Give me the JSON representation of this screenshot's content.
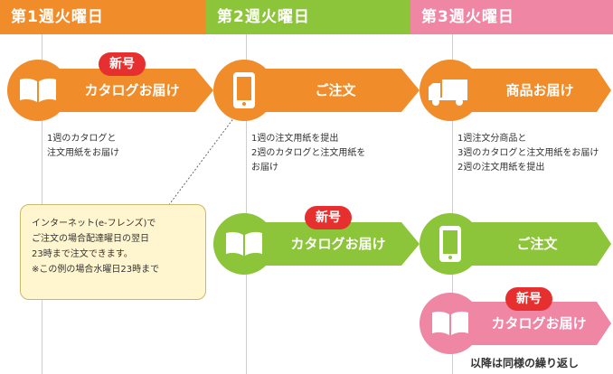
{
  "headers": {
    "week1": "第1週火曜日",
    "week2": "第2週火曜日",
    "week3": "第3週火曜日"
  },
  "steps": {
    "w1_catalog": "カタログお届け",
    "w2_order": "ご注文",
    "w2_catalog": "カタログお届け",
    "w3_product": "商品お届け",
    "w3_order": "ご注文",
    "w3_catalog": "カタログお届け"
  },
  "badges": {
    "new": "新号"
  },
  "notes": {
    "w1": "1週のカタログと\n注文用紙をお届け",
    "w2": "1週の注文用紙を提出\n2週のカタログと注文用紙を\nお届け",
    "w3": "1週注文分商品と\n3週のカタログと注文用紙をお届け\n2週の注文用紙を提出"
  },
  "callout": "インターネット(e-フレンズ)で\nご注文の場合配達曜日の翌日\n23時まで注文できます。\n※この例の場合水曜日23時まで",
  "footer": "以降は同様の繰り返し",
  "colors": {
    "orange": "#f08c2a",
    "green": "#8cc43a",
    "pink": "#ee86a4",
    "badge_red": "#e5302f",
    "callout_bg": "#fff6cf"
  },
  "icons": {
    "catalog": "open-book-icon",
    "order": "smartphone-icon",
    "product": "delivery-truck-icon"
  }
}
